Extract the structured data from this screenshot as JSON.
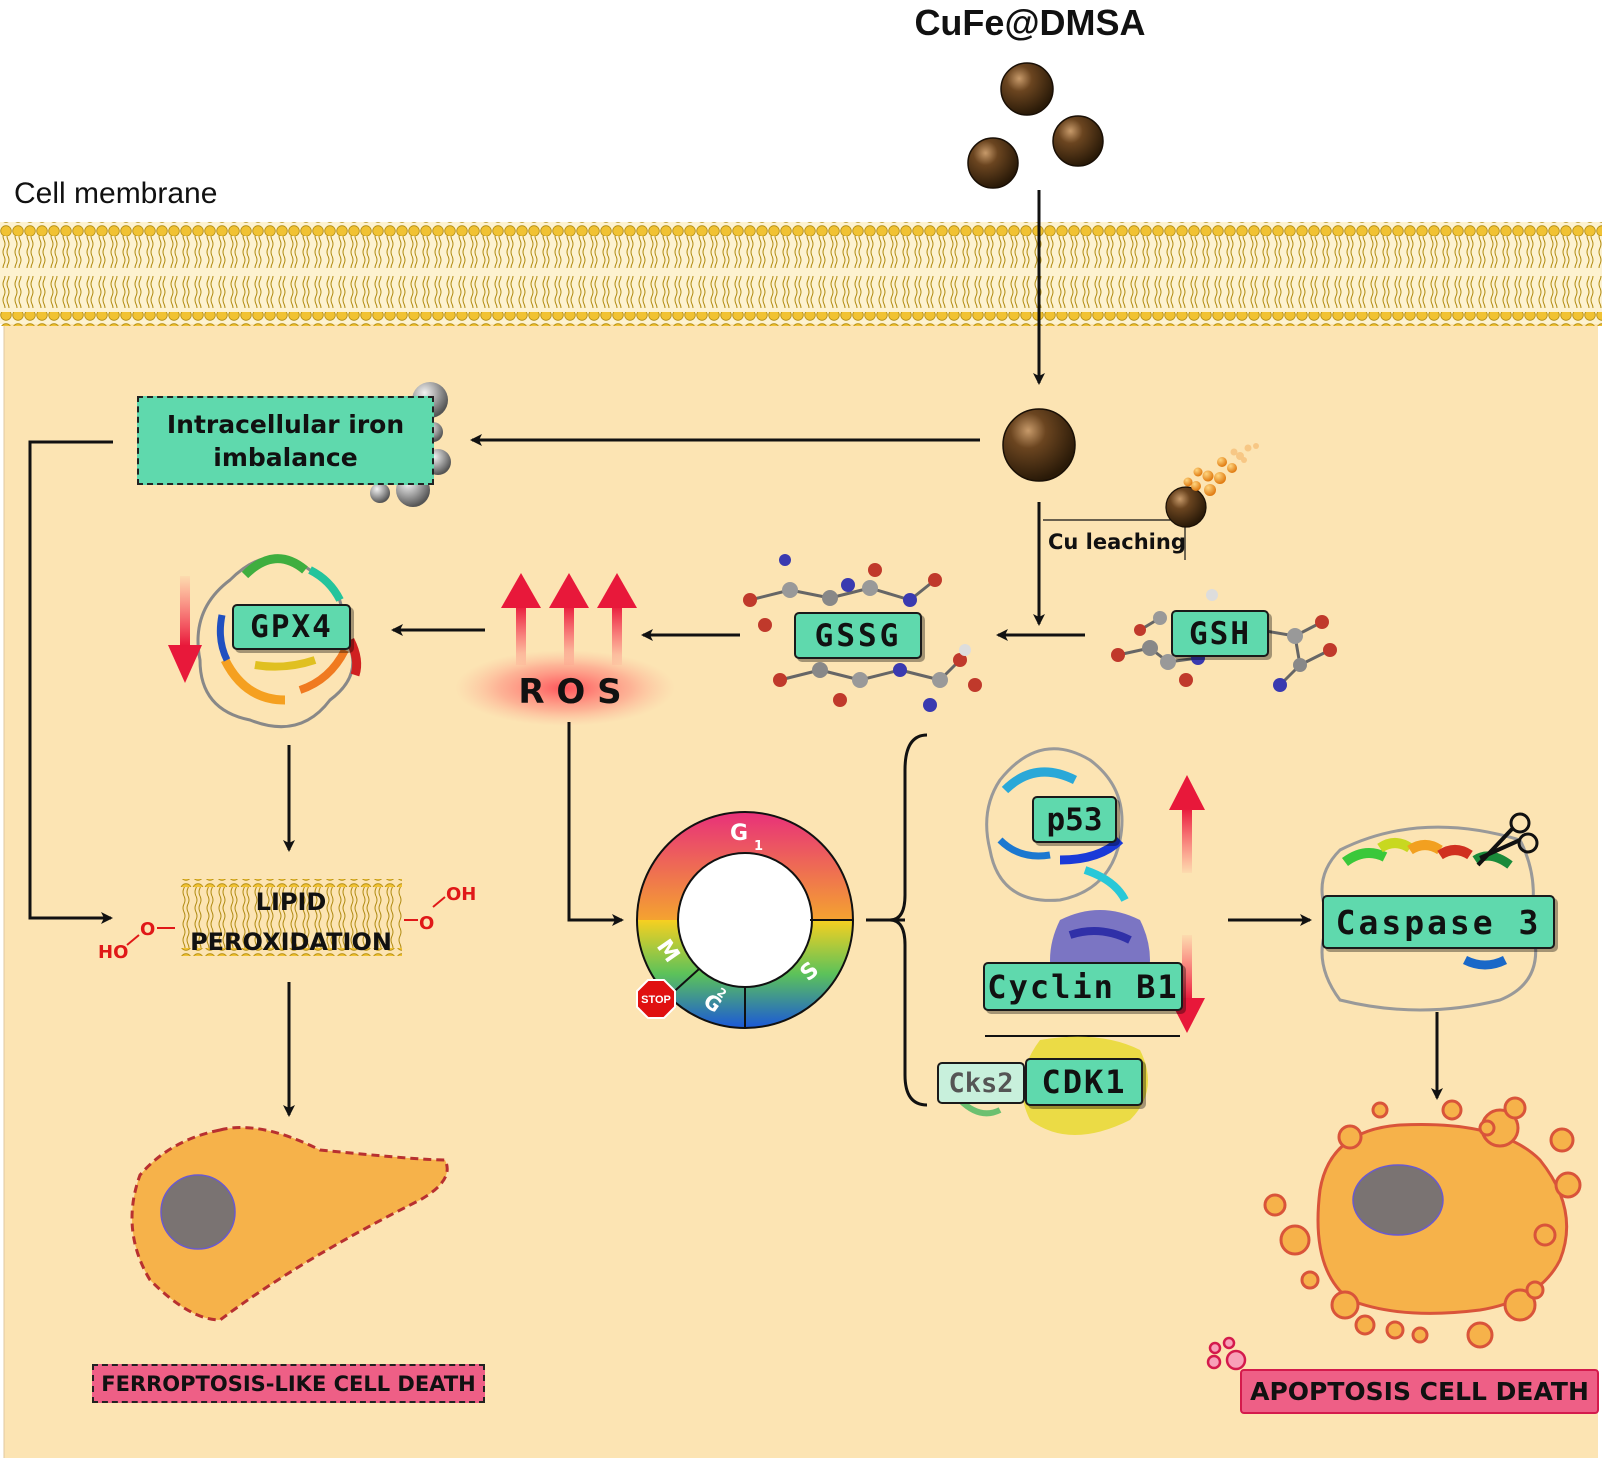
{
  "title": "CuFe@DMSA",
  "membrane_label": "Cell membrane",
  "nodes": {
    "iron": "Intracellular iron imbalance",
    "iron_line1": "Intracellular iron",
    "iron_line2": "imbalance",
    "cu_leaching": "Cu leaching",
    "gsh": "GSH",
    "gssg": "GSSG",
    "ros": "R O S",
    "gpx4": "GPX4",
    "lipid_line1": "LIPID",
    "lipid_line2": "PEROXIDATION",
    "ho_left": "HO",
    "o_left": "O",
    "o_right": "O",
    "oh_right": "OH",
    "p53": "p53",
    "cyclin": "Cyclin B1",
    "cdk1": "CDK1",
    "cks2": "Cks2",
    "caspase": "Caspase 3",
    "ferroptosis": "FERROPTOSIS-LIKE CELL DEATH",
    "apoptosis": "APOPTOSIS CELL DEATH"
  },
  "cell_cycle": {
    "g1": "G",
    "g1_sub": "1",
    "s": "S",
    "g2": "G",
    "g2_sub": "2",
    "m": "M",
    "stop": "STOP"
  },
  "colors": {
    "cytoplasm": "#fce4b3",
    "lipid_head": "#f1c232",
    "label_green": "#5fd9ad",
    "death_pink": "#ee5f86",
    "arrow_red": "#e8183a",
    "nanoparticle": "#5a3a1a",
    "cell_orange": "#f6b24a"
  }
}
